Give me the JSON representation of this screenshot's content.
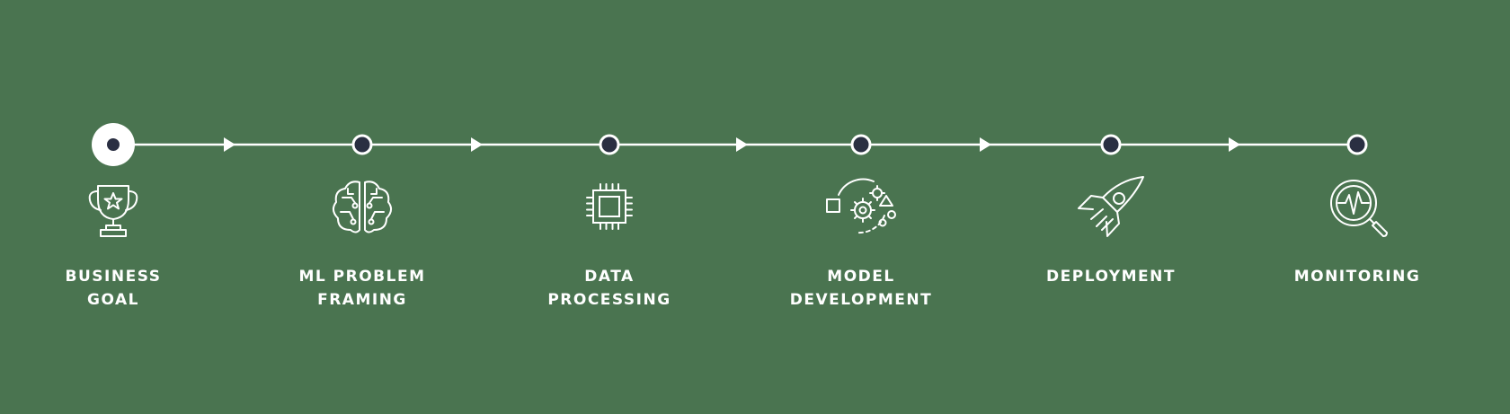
{
  "colors": {
    "background": "#4a7450",
    "line": "#ffffff",
    "node_fill": "#2a2f42",
    "active_node_ring": "#ffffff",
    "text": "#ffffff"
  },
  "steps": [
    {
      "lines": [
        "BUSINESS",
        "GOAL"
      ],
      "icon": "trophy-icon",
      "active": true
    },
    {
      "lines": [
        "ML PROBLEM",
        "FRAMING"
      ],
      "icon": "brain-icon",
      "active": false
    },
    {
      "lines": [
        "DATA",
        "PROCESSING"
      ],
      "icon": "chip-icon",
      "active": false
    },
    {
      "lines": [
        "MODEL",
        "DEVELOPMENT"
      ],
      "icon": "gears-icon",
      "active": false
    },
    {
      "lines": [
        "DEPLOYMENT"
      ],
      "icon": "rocket-icon",
      "active": false
    },
    {
      "lines": [
        "MONITORING"
      ],
      "icon": "magnifier-icon",
      "active": false
    }
  ]
}
